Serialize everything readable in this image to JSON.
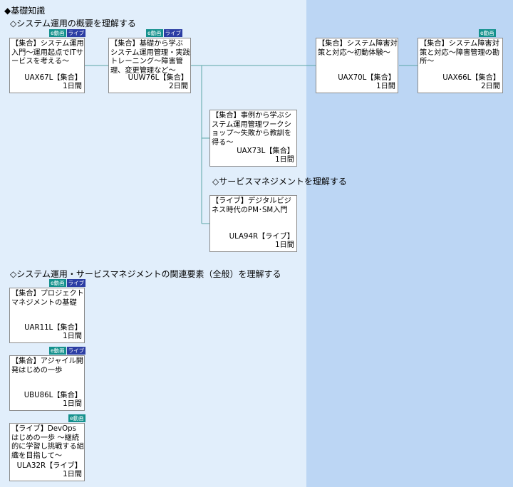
{
  "page_title": "◆基礎知識",
  "sections": [
    "◇システム運用の概要を理解する",
    "◇サービスマネジメントを理解する",
    "◇システム運用・サービスマネジメントの関連要素（全般）を理解する"
  ],
  "badge_labels": {
    "video": "e動画",
    "live": "ライブ"
  },
  "cards": [
    {
      "title": "【集合】システム運用入門～運用起点でITサービスを考える～",
      "code": "UAX67L【集合】",
      "duration": "1日間"
    },
    {
      "title": "【集合】基礎から学ぶシステム運用管理・実践トレーニング～障害管理、変更管理など～",
      "code": "UUW76L【集合】",
      "duration": "2日間"
    },
    {
      "title": "【集合】システム障害対策と対応～初動体験～",
      "code": "UAX70L【集合】",
      "duration": "1日間"
    },
    {
      "title": "【集合】システム障害対策と対応～障害管理の勘所～",
      "code": "UAX66L【集合】",
      "duration": "2日間"
    },
    {
      "title": "【集合】事例から学ぶシステム運用管理ワークショップ～失敗から教訓を得る～",
      "code": "UAX73L【集合】",
      "duration": "1日間"
    },
    {
      "title": "【ライブ】デジタルビジネス時代のPM･SM入門",
      "code": "ULA94R【ライブ】",
      "duration": "1日間"
    },
    {
      "title": "【集合】プロジェクトマネジメントの基礎",
      "code": "UAR11L【集合】",
      "duration": "1日間"
    },
    {
      "title": "【集合】アジャイル開発はじめの一歩",
      "code": "UBU86L【集合】",
      "duration": "1日間"
    },
    {
      "title": "【ライブ】DevOps はじめの一歩 ～継続的に学習し挑戦する組織を目指して～",
      "code": "ULA32R【ライブ】",
      "duration": "1日間"
    }
  ]
}
